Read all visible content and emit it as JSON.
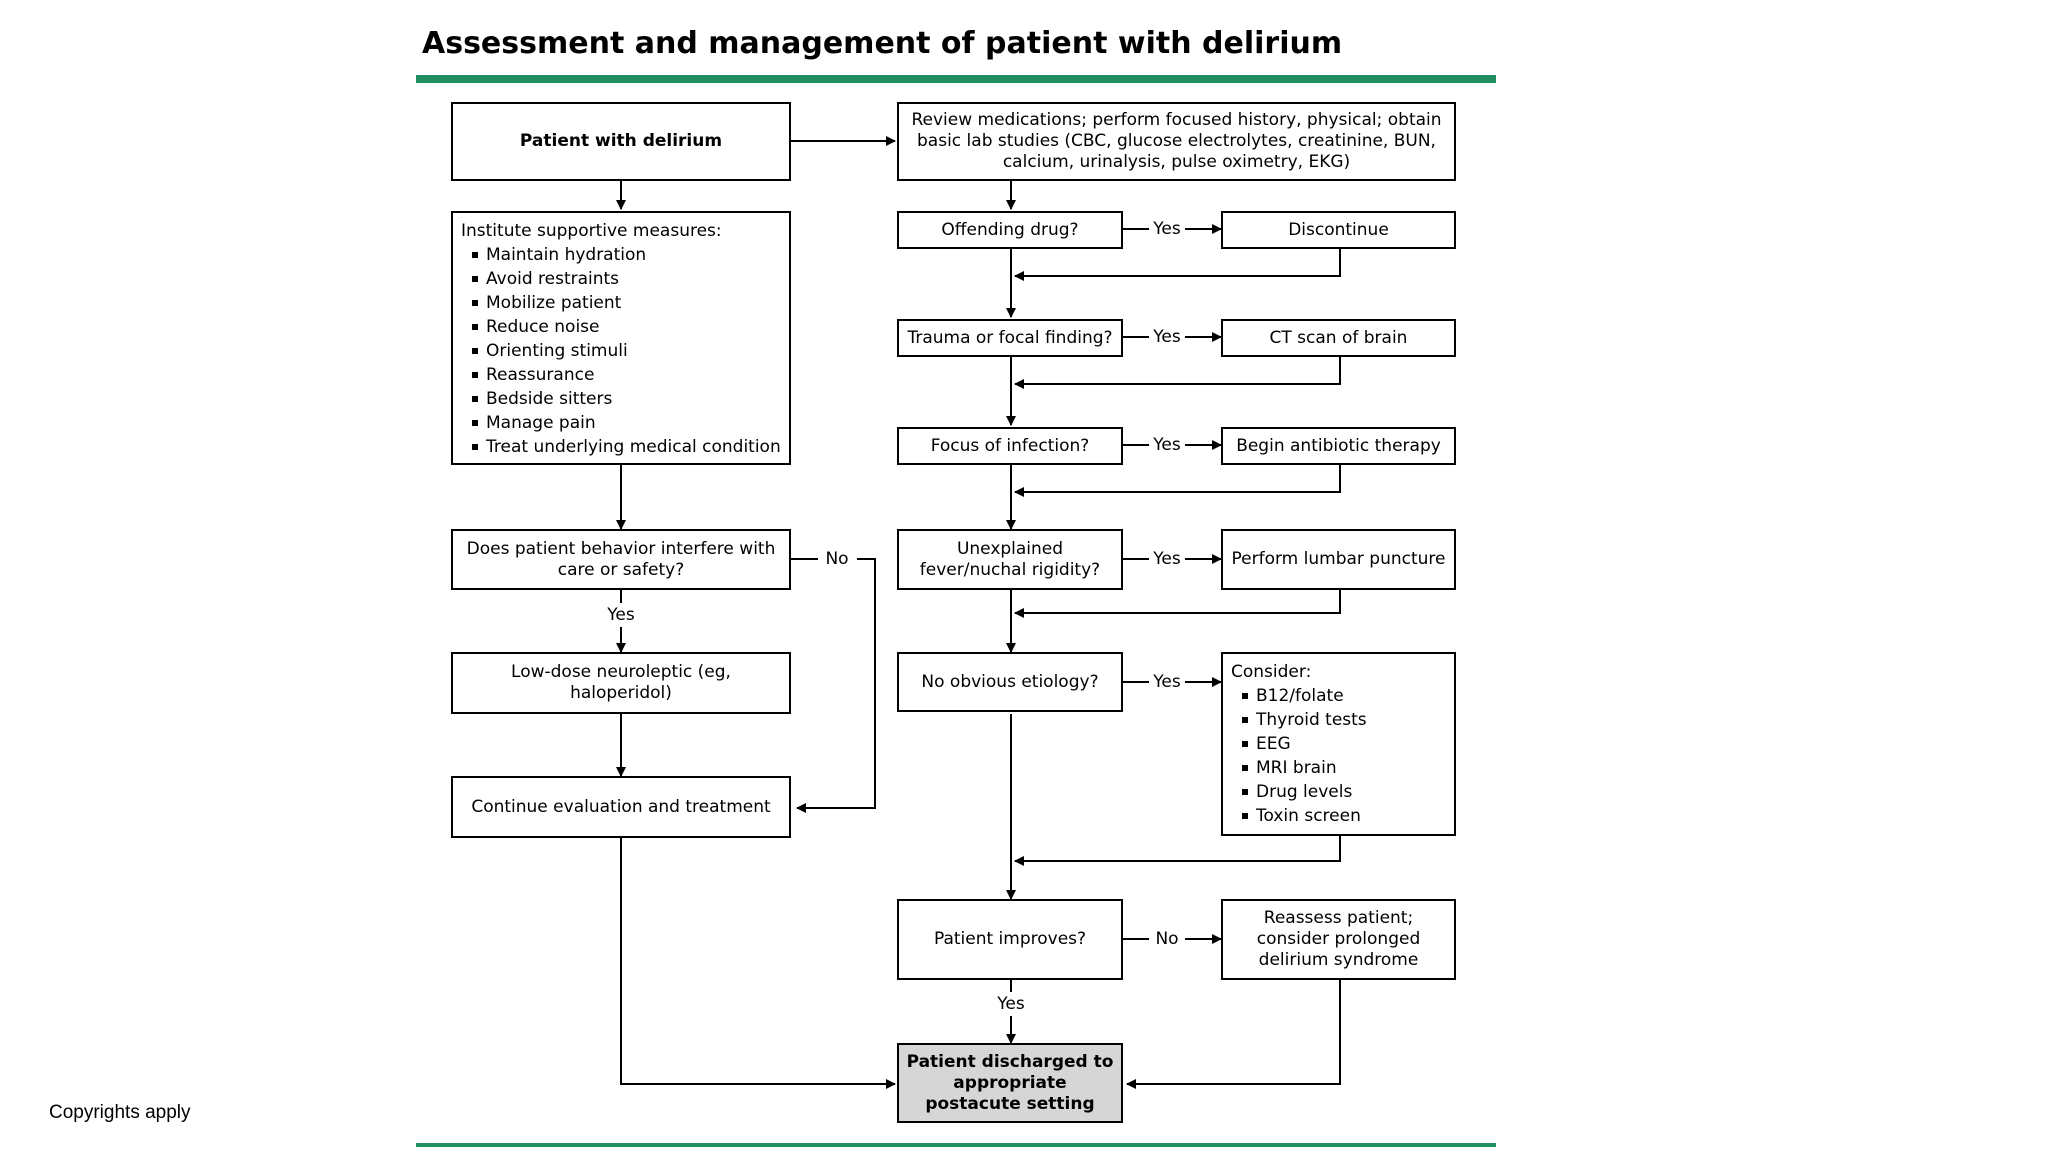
{
  "title": "Assessment and management of patient with delirium",
  "footer": {
    "copyright": "Copyrights apply"
  },
  "colors": {
    "accent_rule": "#1f8f63",
    "final_box_fill": "#d6d6d6"
  },
  "left": {
    "start": "Patient with delirium",
    "supportive": {
      "heading": "Institute supportive measures:",
      "items": [
        "Maintain hydration",
        "Avoid restraints",
        "Mobilize patient",
        "Reduce noise",
        "Orienting stimuli",
        "Reassurance",
        "Bedside sitters",
        "Manage pain",
        "Treat underlying medical condition"
      ]
    },
    "behavior_q": "Does patient behavior interfere with care or safety?",
    "neuroleptic": "Low-dose neuroleptic (eg, haloperidol)",
    "continue": "Continue evaluation and treatment"
  },
  "right": {
    "review": "Review medications; perform focused history, physical; obtain basic lab studies (CBC, glucose electrolytes, creatinine, BUN, calcium, urinalysis, pulse oximetry, EKG)",
    "offending_q": "Offending drug?",
    "discontinue": "Discontinue",
    "trauma_q": "Trauma or focal finding?",
    "ct": "CT scan of brain",
    "infection_q": "Focus of infection?",
    "antibiotic": "Begin antibiotic therapy",
    "fever_q": "Unexplained fever/nuchal rigidity?",
    "lumbar": "Perform lumbar puncture",
    "etiology_q": "No obvious etiology?",
    "consider": {
      "heading": "Consider:",
      "items": [
        "B12/folate",
        "Thyroid tests",
        "EEG",
        "MRI brain",
        "Drug levels",
        "Toxin screen"
      ]
    },
    "improves_q": "Patient improves?",
    "reassess": "Reassess patient; consider prolonged delirium syndrome",
    "discharged": "Patient discharged to appropriate postacute setting"
  },
  "labels": {
    "yes": "Yes",
    "no": "No"
  }
}
